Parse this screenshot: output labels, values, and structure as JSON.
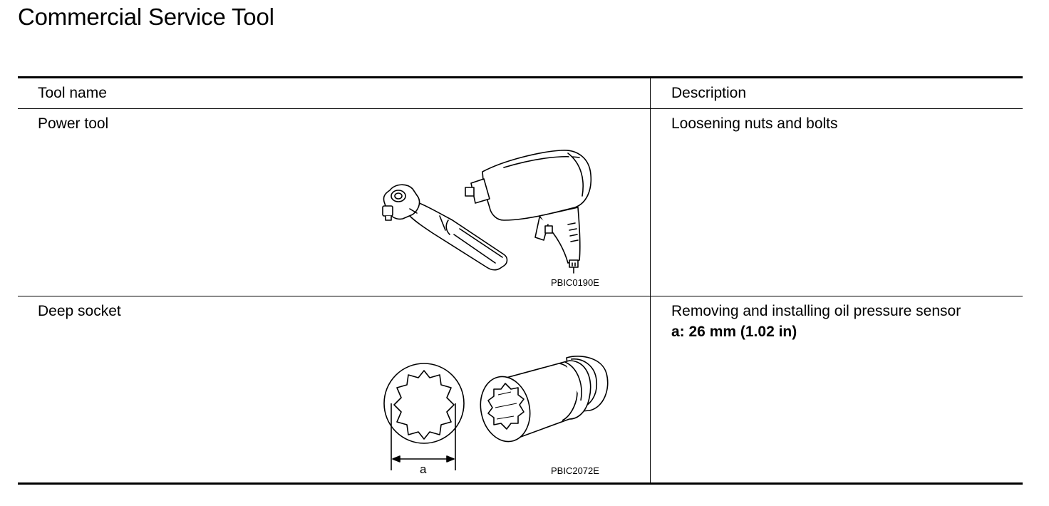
{
  "page": {
    "title": "Commercial Service Tool"
  },
  "table": {
    "headers": {
      "tool_name": "Tool name",
      "description": "Description"
    },
    "rows": [
      {
        "tool_name": "Power tool",
        "description": "Loosening nuts and bolts",
        "spec": "",
        "figure_code": "PBIC0190E",
        "illustration_icons": [
          "ratchet-wrench-icon",
          "impact-wrench-icon"
        ]
      },
      {
        "tool_name": "Deep socket",
        "description": "Removing and installing oil pressure sensor",
        "spec": "a: 26 mm (1.02 in)",
        "figure_code": "PBIC2072E",
        "dimension_label": "a",
        "illustration_icons": [
          "socket-end-view-icon",
          "deep-socket-icon"
        ]
      }
    ]
  }
}
